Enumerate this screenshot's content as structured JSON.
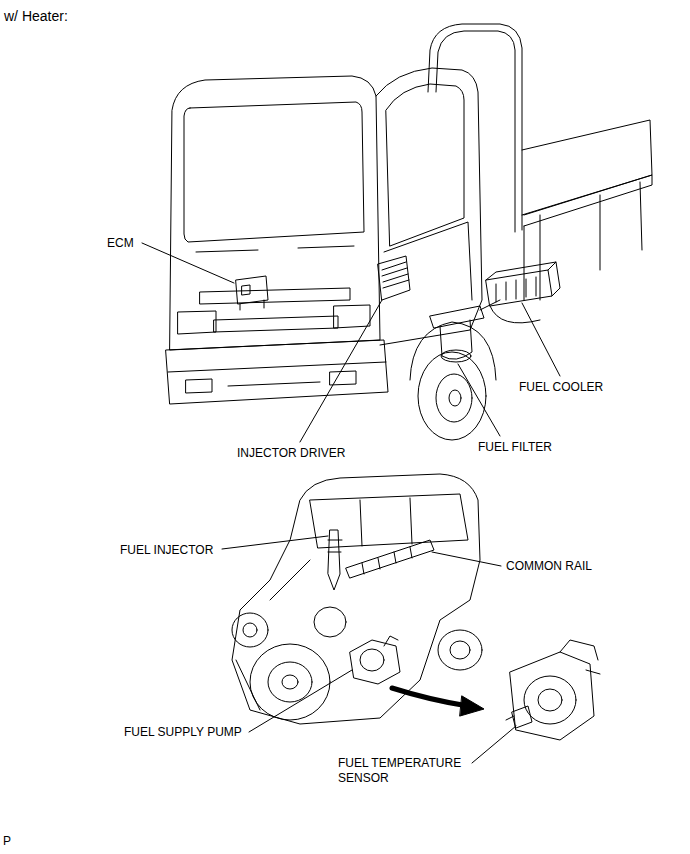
{
  "diagram": {
    "title": "w/ Heater:",
    "labels": [
      "ECM",
      "INJECTOR DRIVER",
      "FUEL FILTER",
      "FUEL COOLER",
      "FUEL INJECTOR",
      "COMMON RAIL",
      "FUEL SUPPLY PUMP",
      "FUEL TEMPERATURE SENSOR",
      "P"
    ]
  }
}
